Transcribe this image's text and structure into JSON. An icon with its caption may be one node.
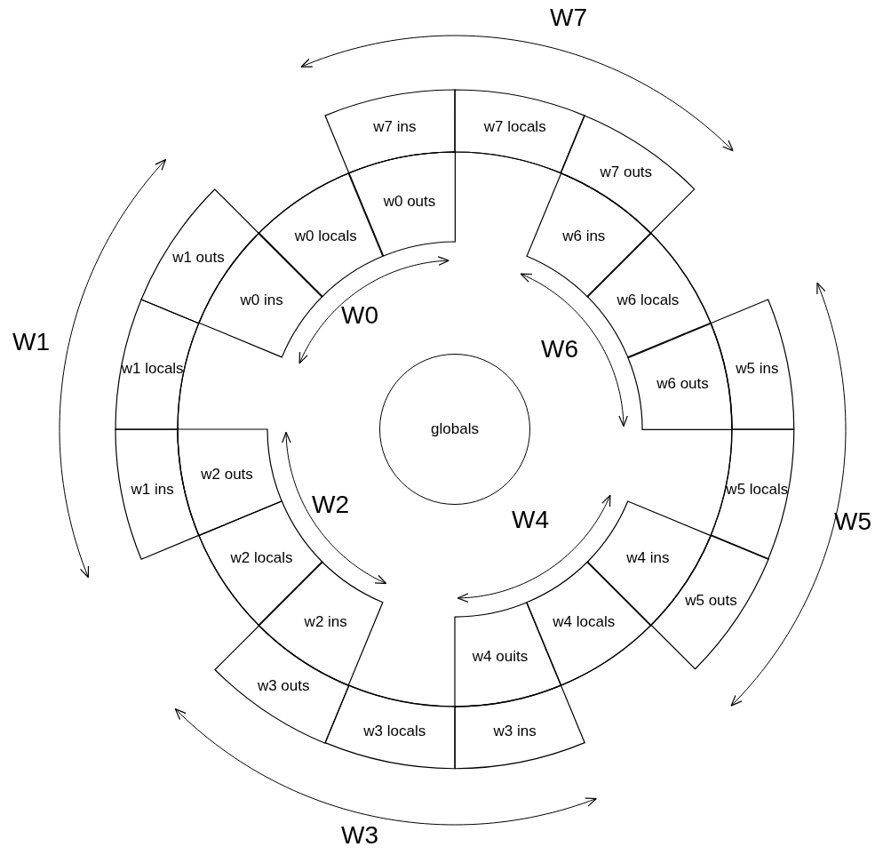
{
  "diagram": {
    "nodes": [
      {
        "text": [
          "globals"
        ]
      },
      {
        "text": [
          "w0 ins"
        ]
      },
      {
        "text": [
          "w0 locals"
        ]
      },
      {
        "text": [
          "w0 outs"
        ]
      },
      {
        "text": [
          "w1 ins"
        ]
      },
      {
        "text": [
          "w1 locals"
        ]
      },
      {
        "text": [
          "w1 outs"
        ]
      },
      {
        "text": [
          "w2 ins"
        ]
      },
      {
        "text": [
          "w2 locals"
        ]
      },
      {
        "text": [
          "w2 outs"
        ]
      },
      {
        "text": [
          "w3 ins"
        ]
      },
      {
        "text": [
          "w3 locals"
        ]
      },
      {
        "text": [
          "w3 outs"
        ]
      },
      {
        "text": [
          "w4 ins"
        ]
      },
      {
        "text": [
          "w4 locals"
        ]
      },
      {
        "text": [
          "w4 ouits"
        ]
      },
      {
        "text": [
          "w5 ins"
        ]
      },
      {
        "text": [
          "w5 locals"
        ]
      },
      {
        "text": [
          "w5 outs"
        ]
      },
      {
        "text": [
          "w6 ins"
        ]
      },
      {
        "text": [
          "w6 locals"
        ]
      },
      {
        "text": [
          "w6 outs"
        ]
      },
      {
        "text": [
          "w7 ins"
        ]
      },
      {
        "text": [
          "w7 locals"
        ]
      },
      {
        "text": [
          "w7 outs"
        ]
      }
    ],
    "labels": [
      "W7",
      "W1",
      "W0",
      "W6",
      "W2",
      "W4",
      "W5",
      "W3"
    ]
  }
}
